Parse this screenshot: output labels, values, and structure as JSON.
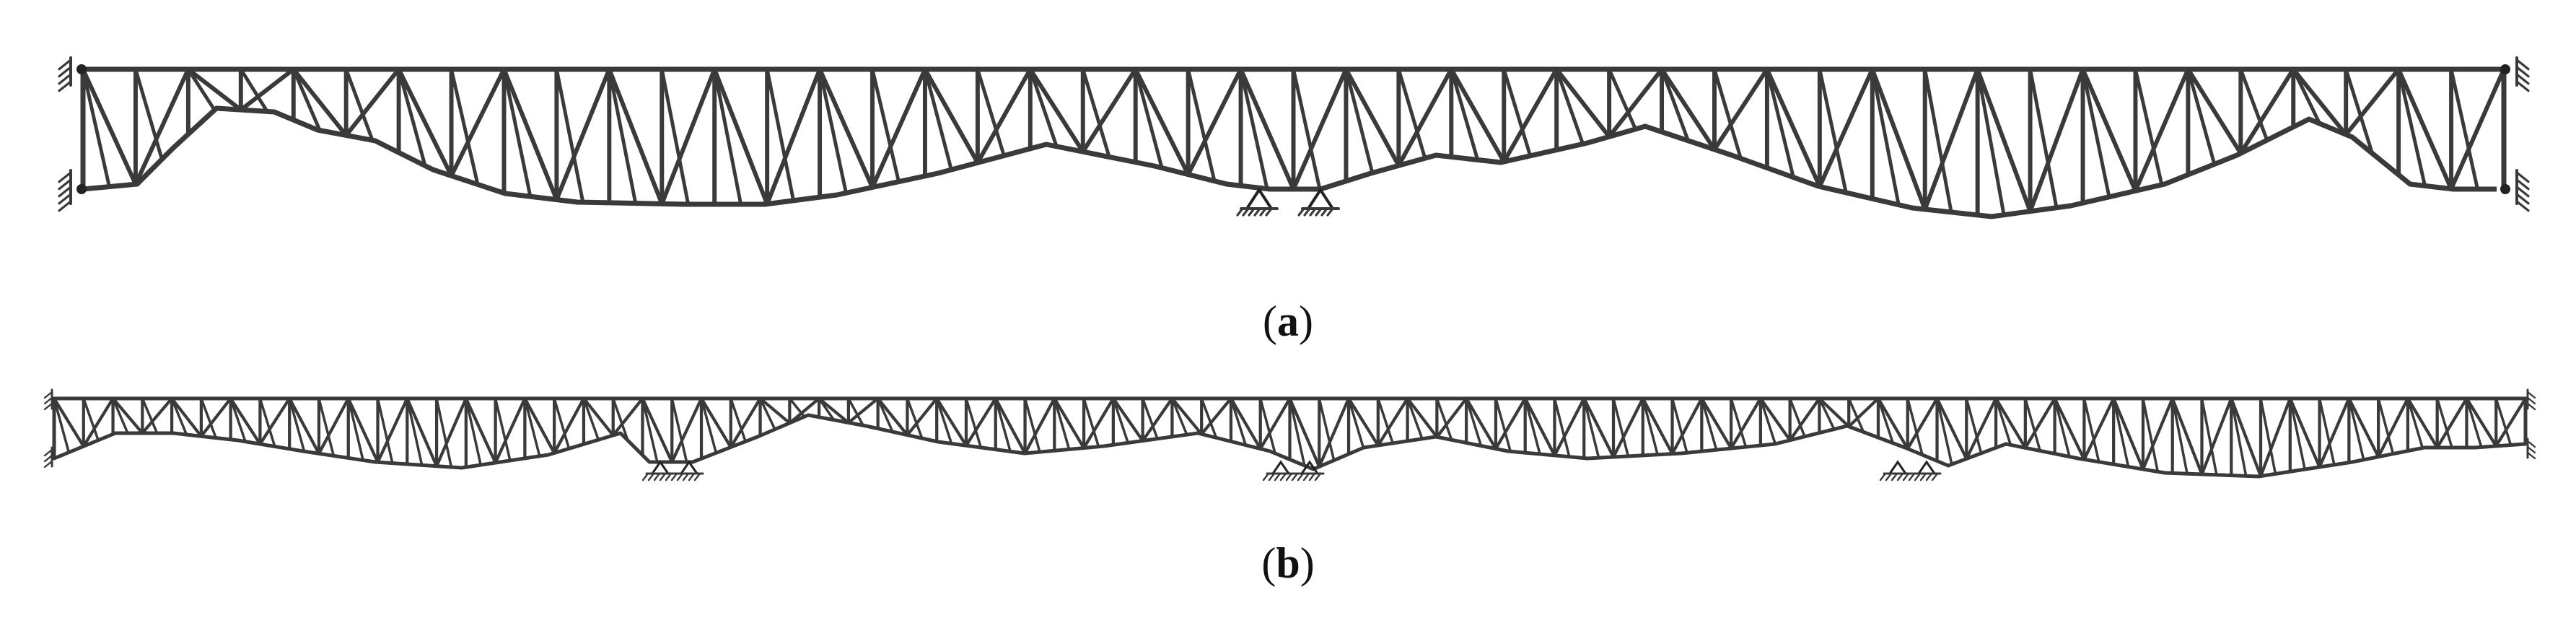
{
  "figure": {
    "panels": [
      {
        "id": "a",
        "caption_open": "(",
        "caption_letter": "a",
        "caption_close": ")"
      },
      {
        "id": "b",
        "caption_open": "(",
        "caption_letter": "b",
        "caption_close": ")"
      }
    ]
  },
  "colors": {
    "member": "#3a3a3a",
    "support": "#222222",
    "background": "#ffffff"
  }
}
